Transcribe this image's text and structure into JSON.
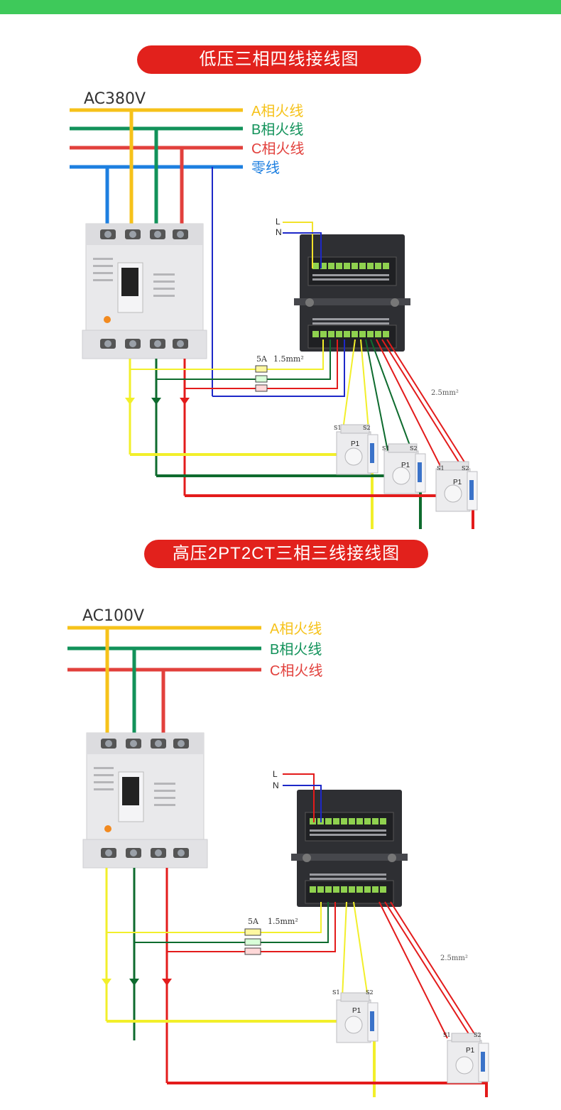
{
  "banners": {
    "low": "低压三相四线接线图",
    "high": "高压2PT2CT三相三线接线图"
  },
  "low": {
    "voltage": "AC380V",
    "lines": [
      "A相火线",
      "B相火线",
      "C相火线",
      "零线"
    ],
    "L": "L",
    "N": "N",
    "fuse": "5A",
    "wire1": "1.5mm²",
    "wire2": "2.5mm²",
    "s1": "S1",
    "s2": "S2",
    "p1": "P1"
  },
  "high": {
    "voltage": "AC100V",
    "lines": [
      "A相火线",
      "B相火线",
      "C相火线"
    ],
    "L": "L",
    "N": "N",
    "fuse": "5A",
    "wire1": "1.5mm²",
    "wire2": "2.5mm²",
    "s1": "S1",
    "s2": "S2",
    "p1": "P1"
  },
  "colors": {
    "yellow": "#f6c21a",
    "green": "#12925a",
    "red": "#e2403c",
    "blue": "#1d7fe0",
    "wireYellow": "#f2ef2a",
    "wireGreen": "#0e6b2e",
    "wireRed": "#e31b1b",
    "wireBlue": "#1d28c8"
  }
}
